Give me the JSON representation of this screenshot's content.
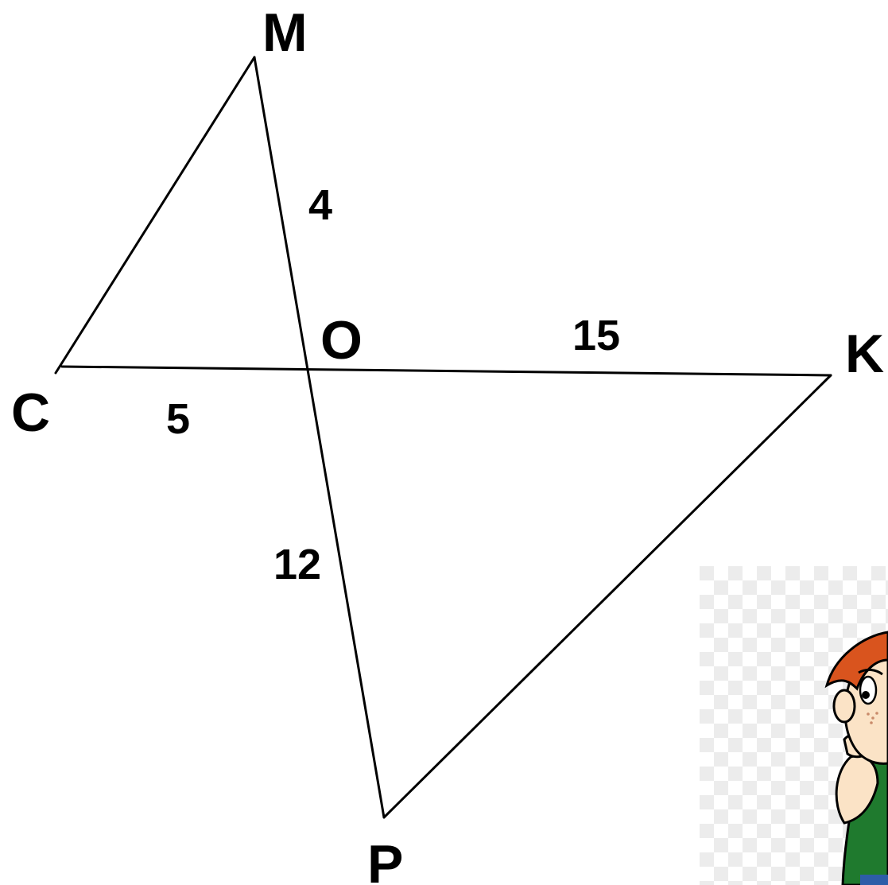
{
  "figure": {
    "points": {
      "M": "M",
      "C": "C",
      "O": "O",
      "K": "K",
      "P": "P"
    },
    "lengths": {
      "MO": "4",
      "CO": "5",
      "OK": "15",
      "OP": "12"
    },
    "segments": [
      "CM",
      "MP",
      "CK",
      "KP"
    ]
  },
  "illustration": {
    "subject": "thinking boy cartoon",
    "hair_color": "#d9541e",
    "shirt_color": "#1f7a2e",
    "background": "transparency checkerboard"
  }
}
